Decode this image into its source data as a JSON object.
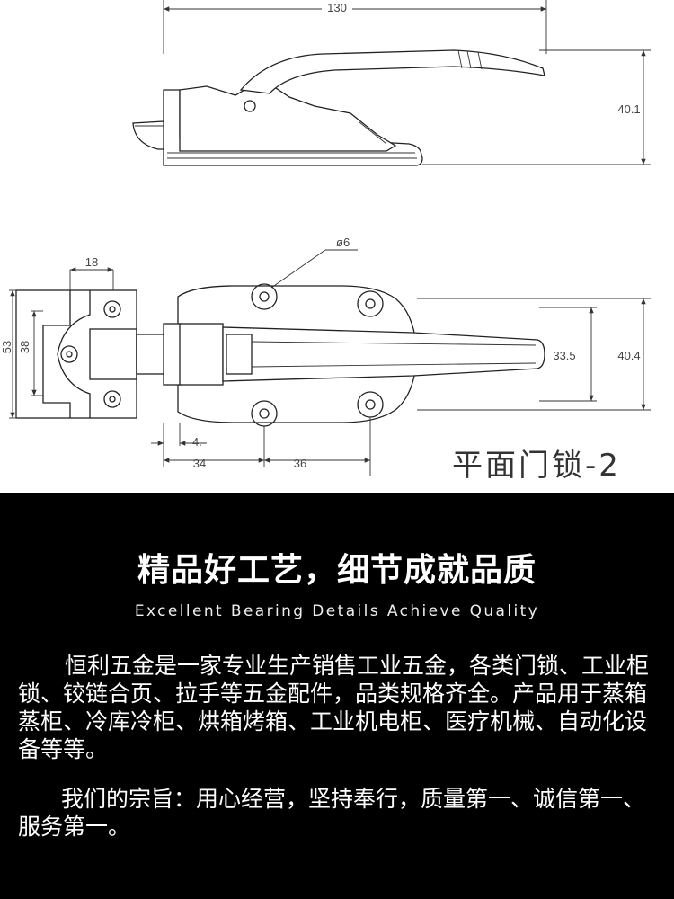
{
  "drawing": {
    "side_view": {
      "dim_length": "130",
      "dim_height": "40.1"
    },
    "top_view": {
      "dim_hole": "ø6",
      "dim_18": "18",
      "dim_53": "53",
      "dim_38": "38",
      "dim_33_5": "33.5",
      "dim_40_4": "40.4",
      "dim_4": "4.",
      "dim_34": "34",
      "dim_36": "36"
    },
    "product_label": "平面门锁-2"
  },
  "content": {
    "headline": "精品好工艺，细节成就品质",
    "subheadline": "Excellent Bearing  Details Achieve Quality",
    "intro": "恒利五金是一家专业生产销售工业五金，各类门锁、工业柜锁、铰链合页、拉手等五金配件，品类规格齐全。产品用于蒸箱蒸柜、冷库冷柜、烘箱烤箱、工业机电柜、医疗机械、自动化设备等等。",
    "mission": "我们的宗旨：用心经营，坚持奉行，质量第一、诚信第一、服务第一。"
  },
  "colors": {
    "drawing_background": "#ffffff",
    "text_background": "#000000",
    "text_color": "#ffffff",
    "line_color": "#222222"
  }
}
